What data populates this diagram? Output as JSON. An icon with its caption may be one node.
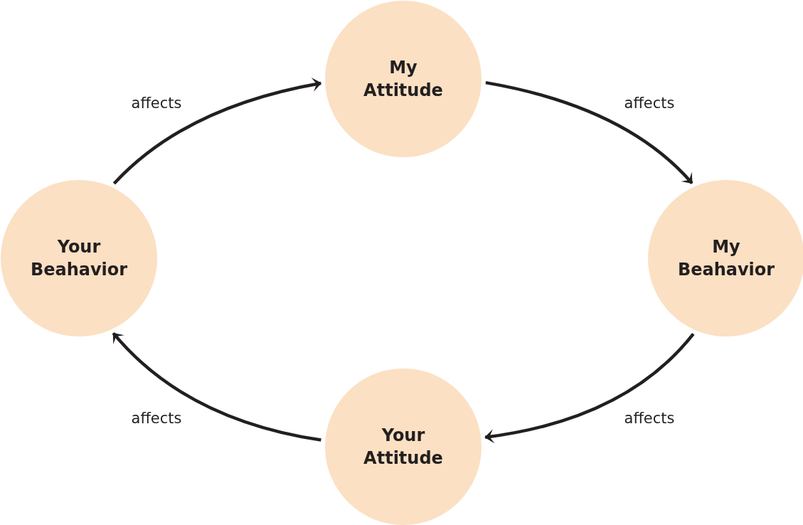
{
  "diagram": {
    "nodes": [
      {
        "text": [
          "My Attitude"
        ]
      },
      {
        "text": [
          "My Beahavior"
        ]
      },
      {
        "text": [
          "Your Attitude"
        ]
      },
      {
        "text": [
          "Your Beahavior"
        ]
      }
    ],
    "edges": [
      {
        "from": 3,
        "to": 0,
        "arrow": "to",
        "label": "affects"
      },
      {
        "from": 0,
        "to": 1,
        "arrow": "to",
        "label": "affects"
      },
      {
        "from": 1,
        "to": 2,
        "arrow": "to",
        "label": "affects"
      },
      {
        "from": 2,
        "to": 3,
        "arrow": "to",
        "label": "affects"
      }
    ]
  }
}
